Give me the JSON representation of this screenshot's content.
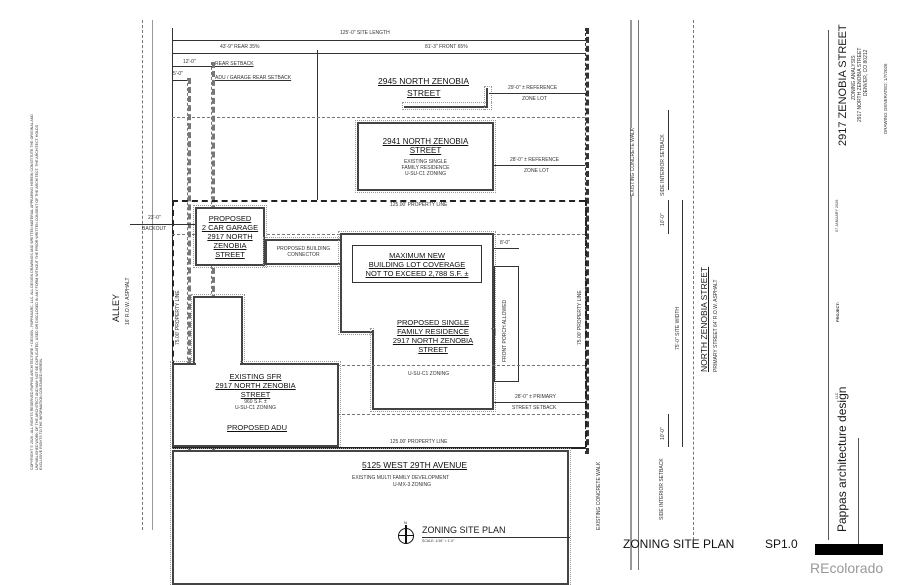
{
  "dimensions": {
    "site_length": "125'-0\" SITE LENGTH",
    "rear_35": "43'-9\" REAR 35%",
    "front_65": "81'-3\" FRONT 65%",
    "rear_setback_dim": "12'-0\"",
    "rear_setback_label": "REAR SETBACK",
    "adu_setback_dim": "5'-0\"",
    "adu_setback_label": "ADU / GARAGE REAR SETBACK",
    "ref_zone_lot_1_dim": "29'-0\" ± REFERENCE",
    "ref_zone_lot_1_label": "ZONE LOT",
    "ref_zone_lot_2_dim": "28'-0\" ± REFERENCE",
    "ref_zone_lot_2_label": "ZONE LOT",
    "backout_dim": "23'-0\"",
    "backout_label": "BACKOUT",
    "porch_dim": "8'-0\"",
    "primary_setback_dim": "28'-0\" ± PRIMARY",
    "primary_setback_label": "STREET SETBACK",
    "side_setback_top": "10'-0\"",
    "side_setback_bottom": "10'-0\"",
    "site_width": "75'-0\" SITE WIDTH",
    "property_line_top": "125.00' PROPERTY LINE",
    "property_line_bottom": "125.00' PROPERTY LINE",
    "property_line_left": "75.00' PROPERTY LINE",
    "property_line_right": "75.00' PROPERTY LINE"
  },
  "parcels": {
    "north_2945": {
      "title_1": "2945 NORTH ZENOBIA",
      "title_2": "STREET"
    },
    "north_2941": {
      "title_1": "2941 NORTH ZENOBIA",
      "title_2": "STREET",
      "desc_1": "EXISTING SINGLE",
      "desc_2": "FAMILY RESIDENCE",
      "desc_3": "U-SU-C1 ZONING"
    },
    "garage": {
      "line_1": "PROPOSED",
      "line_2": "2 CAR GARAGE",
      "line_3": "2917 NORTH",
      "line_4": "ZENOBIA",
      "line_5": "STREET"
    },
    "connector": {
      "line_1": "PROPOSED BUILDING",
      "line_2": "CONNECTOR"
    },
    "coverage": {
      "line_1": "MAXIMUM NEW",
      "line_2": "BUILDING LOT COVERAGE",
      "line_3": "NOT TO EXCEED 2,788 S.F. ±"
    },
    "residence": {
      "line_1": "PROPOSED SINGLE",
      "line_2": "FAMILY RESIDENCE",
      "line_3": "2917 NORTH ZENOBIA",
      "line_4": "STREET",
      "zoning": "U-SU-C1 ZONING"
    },
    "porch": "FRONT PORCH ALLOWED",
    "existing_sfr": {
      "line_1": "EXISTING SFR",
      "line_2": "2917 NORTH ZENOBIA",
      "line_3": "STREET",
      "area": "960 S.F. ±",
      "zoning": "U-SU-C1 ZONING"
    },
    "adu": "PROPOSED ADU",
    "south": {
      "title": "5125 WEST 29TH AVENUE",
      "desc_1": "EXISTING MULTI FAMILY DEVELOPMENT",
      "desc_2": "U-MX-3 ZONING"
    }
  },
  "streets": {
    "alley": "ALLEY",
    "alley_row": "16' R.O.W. ASPHALT",
    "zenobia": "NORTH ZENOBIA STREET",
    "zenobia_row": "PRIMARY STREET 64' R.O.W. ASPHALT",
    "walk_top": "EXISTING CONCRETE WALK",
    "walk_bottom": "EXISTING CONCRETE WALK",
    "side_interior_top": "SIDE INTERIOR SETBACK",
    "side_interior_bottom": "SIDE INTERIOR SETBACK"
  },
  "plan_title": {
    "label": "ZONING SITE PLAN",
    "scale": "SCALE: 1/16\" = 1'-0\"",
    "north": "N"
  },
  "sheet": {
    "title": "ZONING SITE PLAN",
    "number": "SP1.0"
  },
  "title_block": {
    "project_name": "2917 ZENOBIA STREET",
    "subtitle": "ZONING ANALYSIS",
    "address_1": "2917 NORTH ZENOBIA STREET",
    "address_2": "DENVER, CO 80212",
    "generated": "DRAWING GENERATED: 1/7/2026",
    "date": "07 JANUARY 2026",
    "project_label": "PROJECT:",
    "firm": "Pappas architecture design",
    "firm_suffix": "LLC"
  },
  "copyright": "COPYRIGHT © 2026 - ALL RIGHTS RESERVED PAPPAS ARCHITECTURE + DESIGN - PAPPASARC, LLC. ALL DESIGN DRAWINGS AND WRITTEN MATERIAL APPEARING HEREIN CONSTITUTE THE ORIGINAL AND UNPUBLISHED WORK OF THE ARCHITECT AND MAY NOT BE DUPLICATED, USED OR DISCLOSED IN ANY FORM WITHOUT THE PRIOR WRITTEN CONSENT OF THE ARCHITECT. THE ARCHITECT HOLDS EXCLUSIVE RIGHTS TO THE INFORMATION CONTAINED HEREIN.",
  "watermark": "REcolorado"
}
